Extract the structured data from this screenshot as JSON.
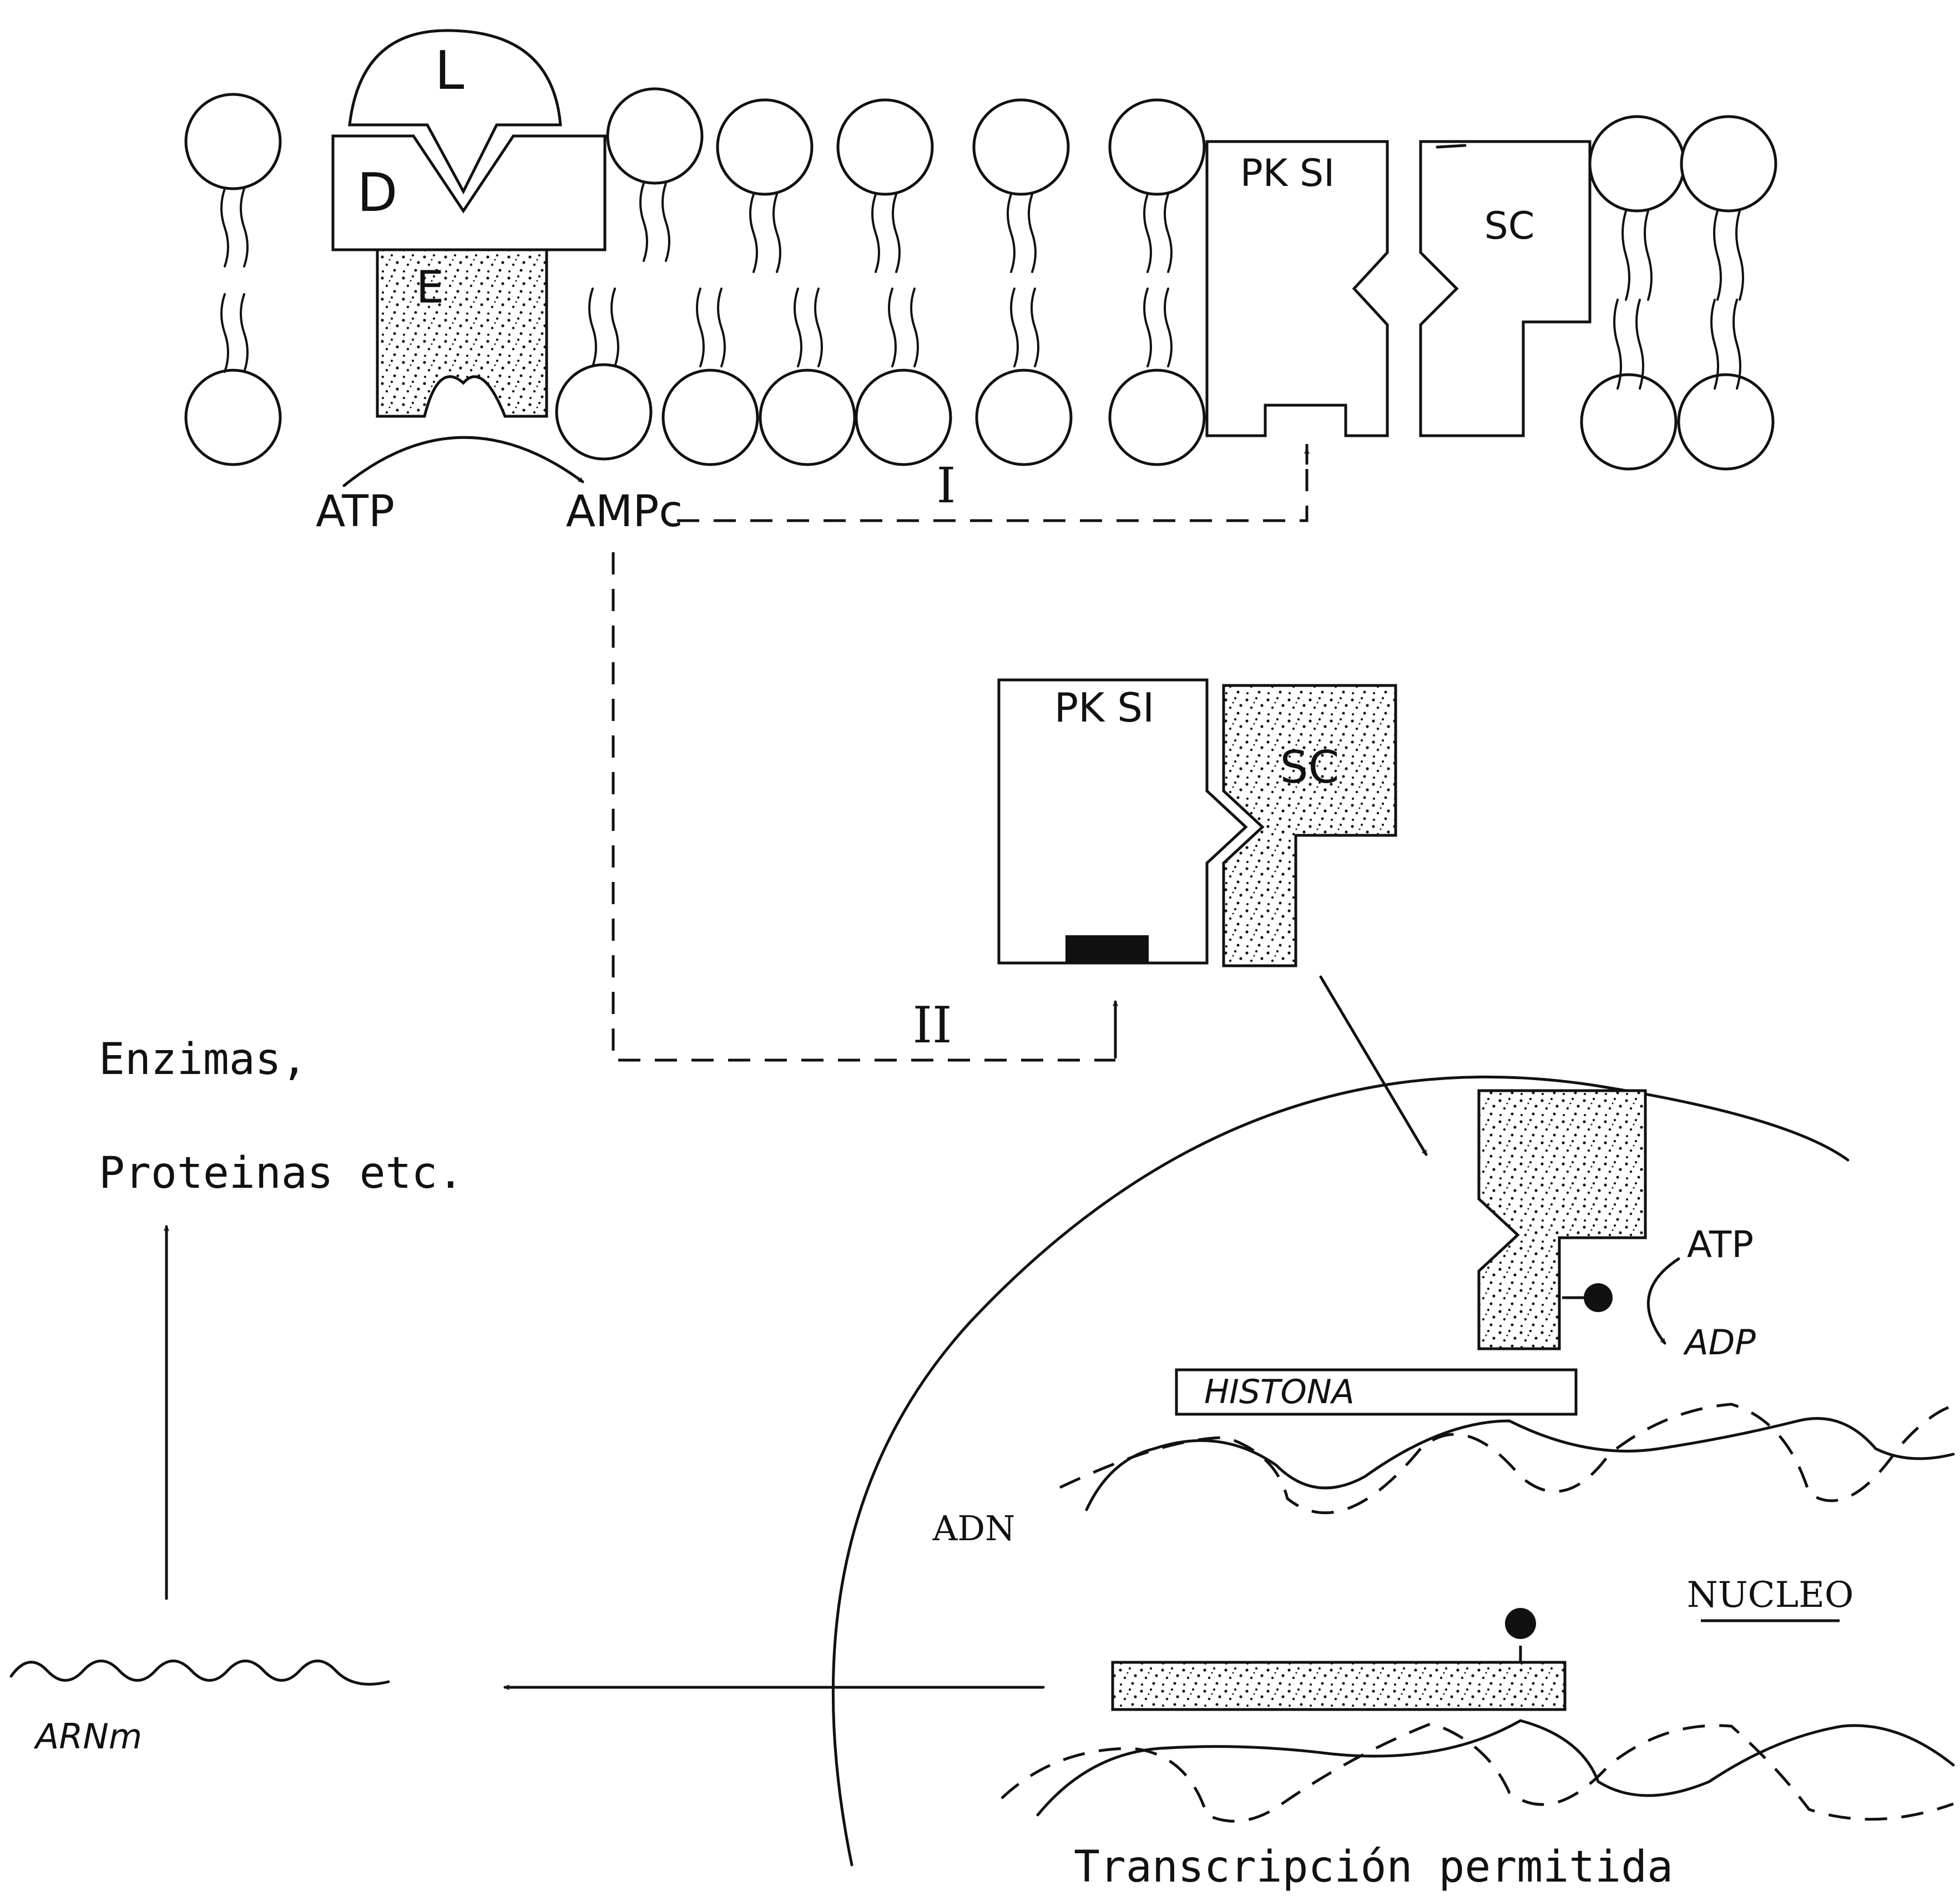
{
  "labels": {
    "ligand": "L",
    "receptor": "D",
    "enzyme": "E",
    "atp_top": "ATP",
    "camp": "AMPc",
    "path_one": "I",
    "path_two": "II",
    "pk_si": "PK SI",
    "sc": "SC",
    "enzimas": "Enzimas,",
    "proteinas": "Proteinas etc.",
    "atp_nuc": "ATP",
    "adp_nuc": "ADP",
    "histona": "HISTONA",
    "adn": "ADN",
    "nucleo": "NUCLEO",
    "arnm": "ARNm",
    "transcripcion": "Transcripción permitida"
  },
  "colors": {
    "ink": "#111111",
    "paper": "#ffffff"
  },
  "icons": {
    "phosphate": "filled-circle",
    "lipid": "phospholipid"
  }
}
